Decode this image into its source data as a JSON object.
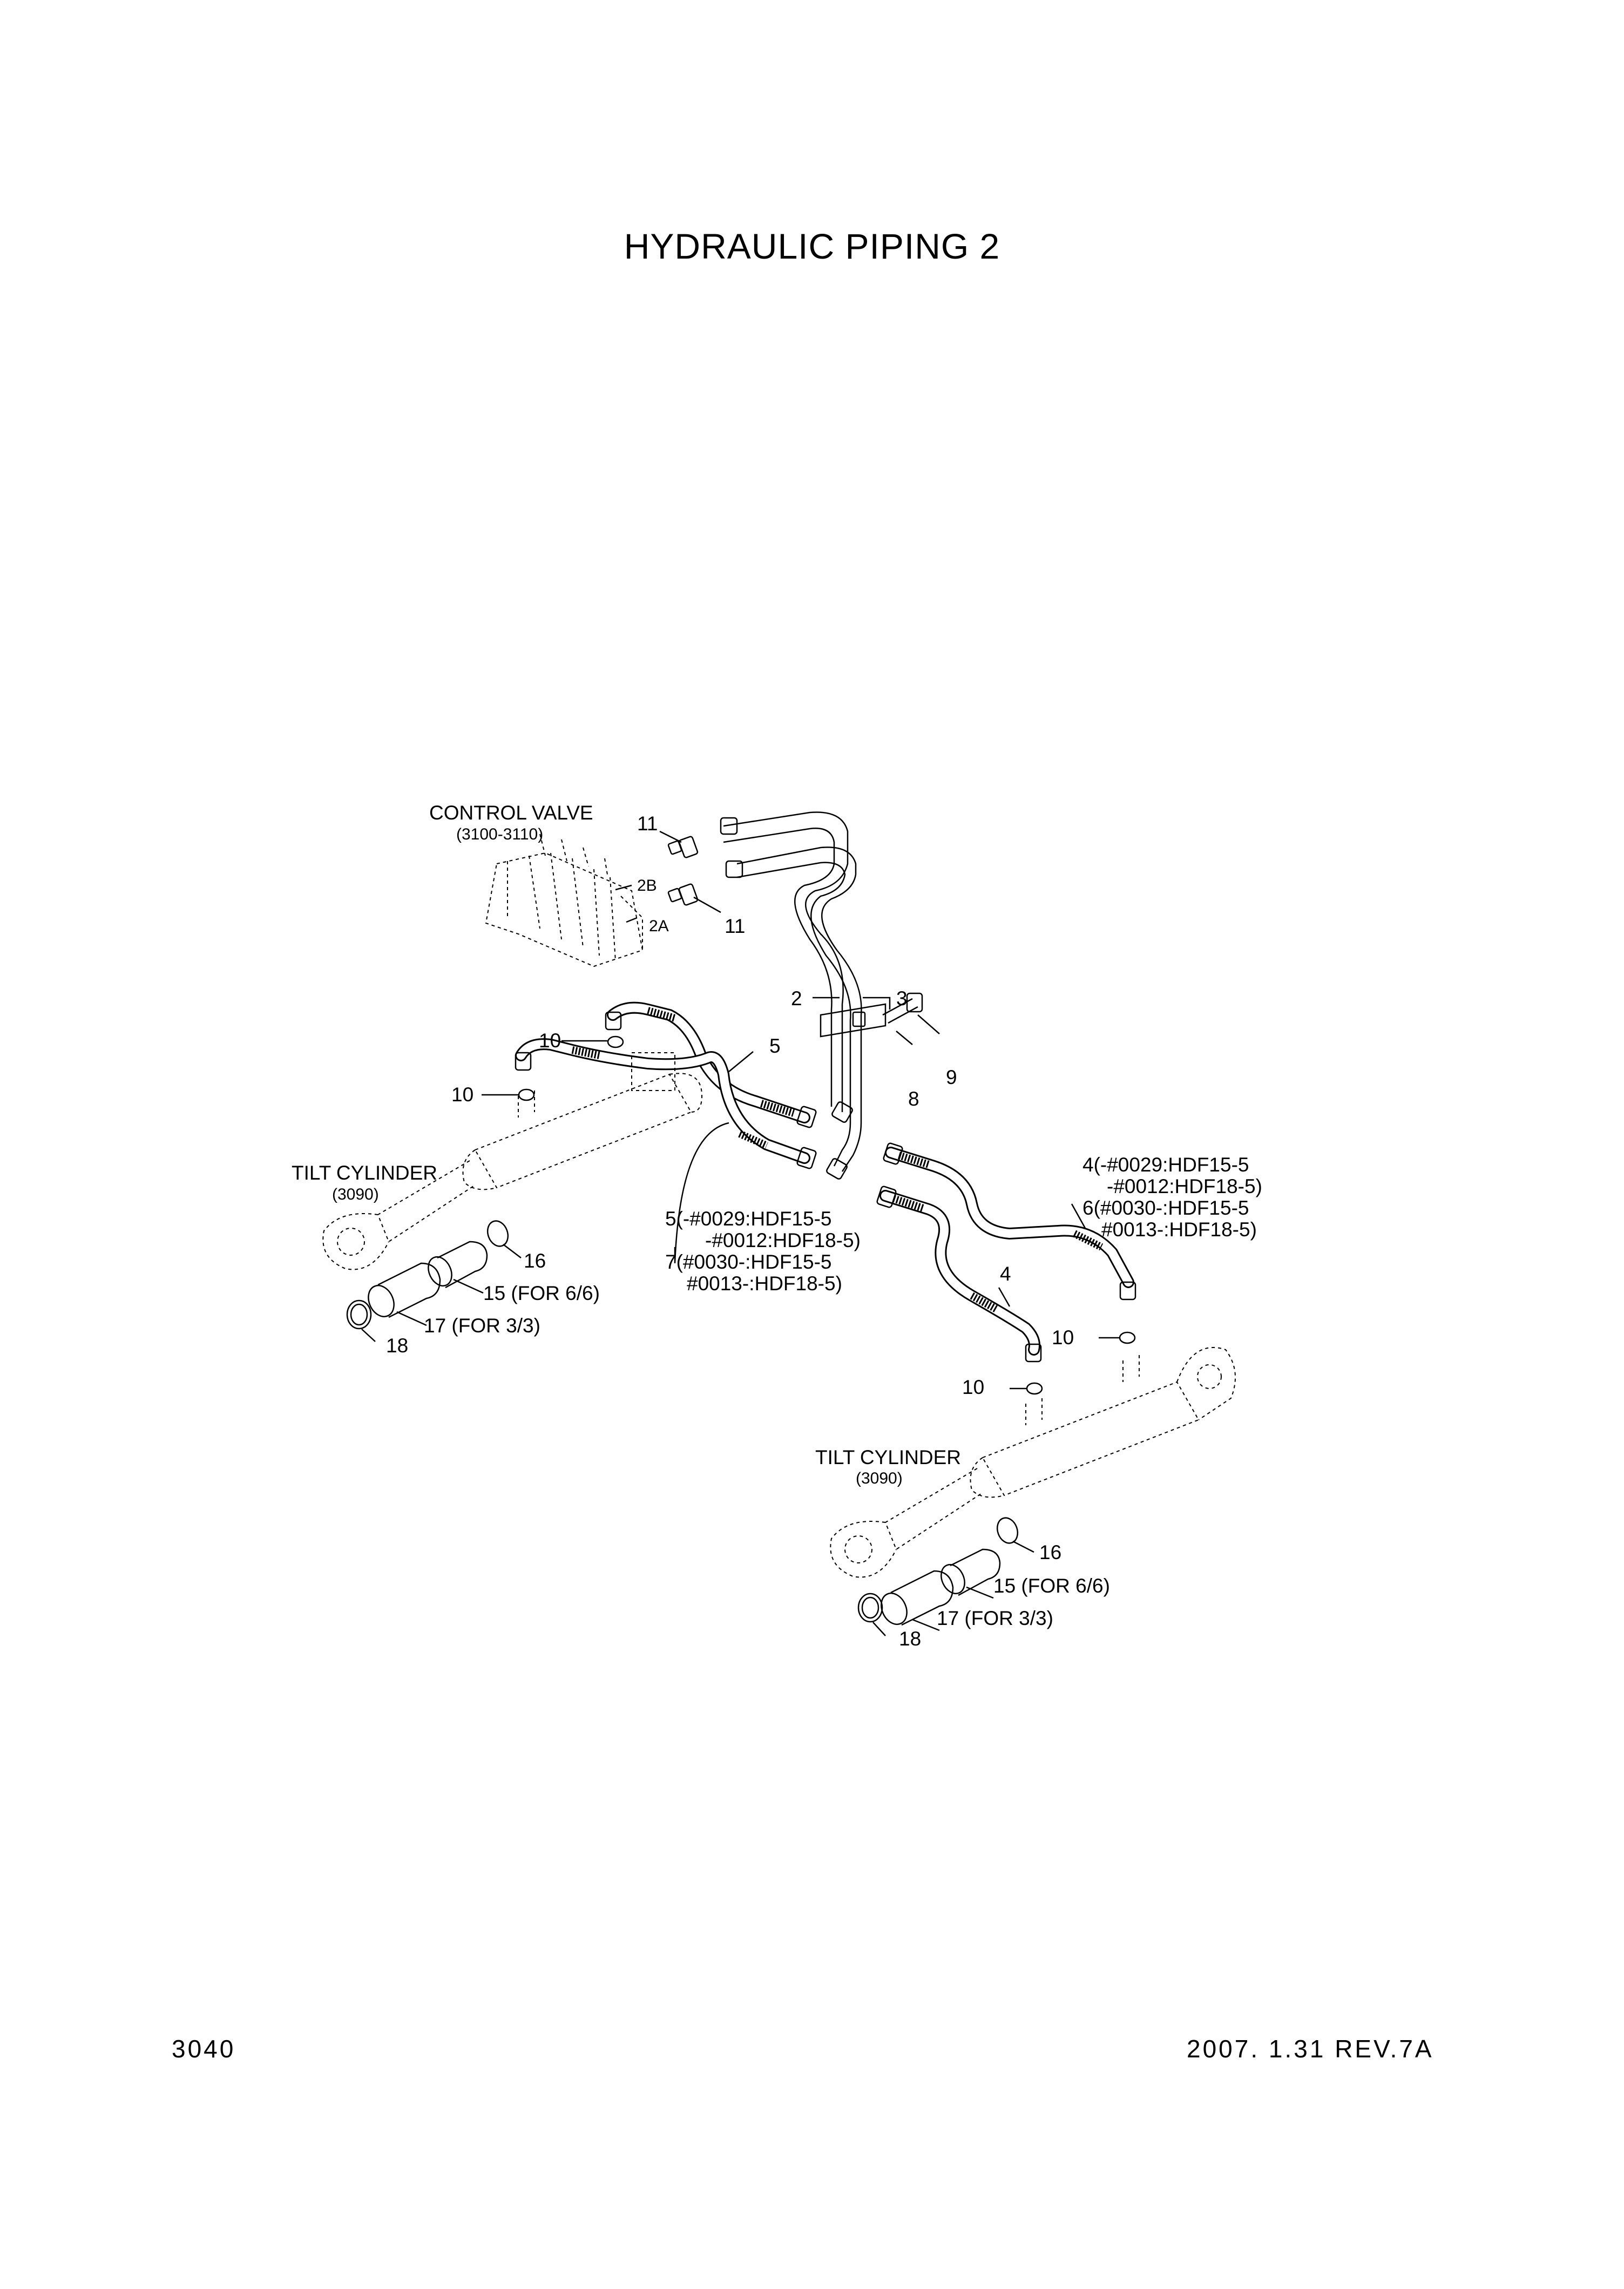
{
  "title": "HYDRAULIC PIPING 2",
  "page_number": "3040",
  "revision": "2007. 1.31  REV.7A",
  "labels": {
    "control_valve": "CONTROL VALVE",
    "control_valve_ref": "(3100-3110)",
    "port_2b": "2B",
    "port_2a": "2A",
    "tilt_cylinder": "TILT CYLINDER",
    "tilt_cylinder_ref": "(3090)"
  },
  "callouts": {
    "c2": "2",
    "c3": "3",
    "c4": "4",
    "c5": "5",
    "c8": "8",
    "c9": "9",
    "c10": "10",
    "c11": "11",
    "c15": "15 (FOR 6/6)",
    "c16": "16",
    "c17": "17 (FOR 3/3)",
    "c18": "18"
  },
  "notes": {
    "left": [
      "5(-#0029:HDF15-5",
      "-#0012:HDF18-5)",
      "7(#0030-:HDF15-5",
      "#0013-:HDF18-5)"
    ],
    "right": [
      "4(-#0029:HDF15-5",
      "-#0012:HDF18-5)",
      "6(#0030-:HDF15-5",
      "#0013-:HDF18-5)"
    ]
  }
}
